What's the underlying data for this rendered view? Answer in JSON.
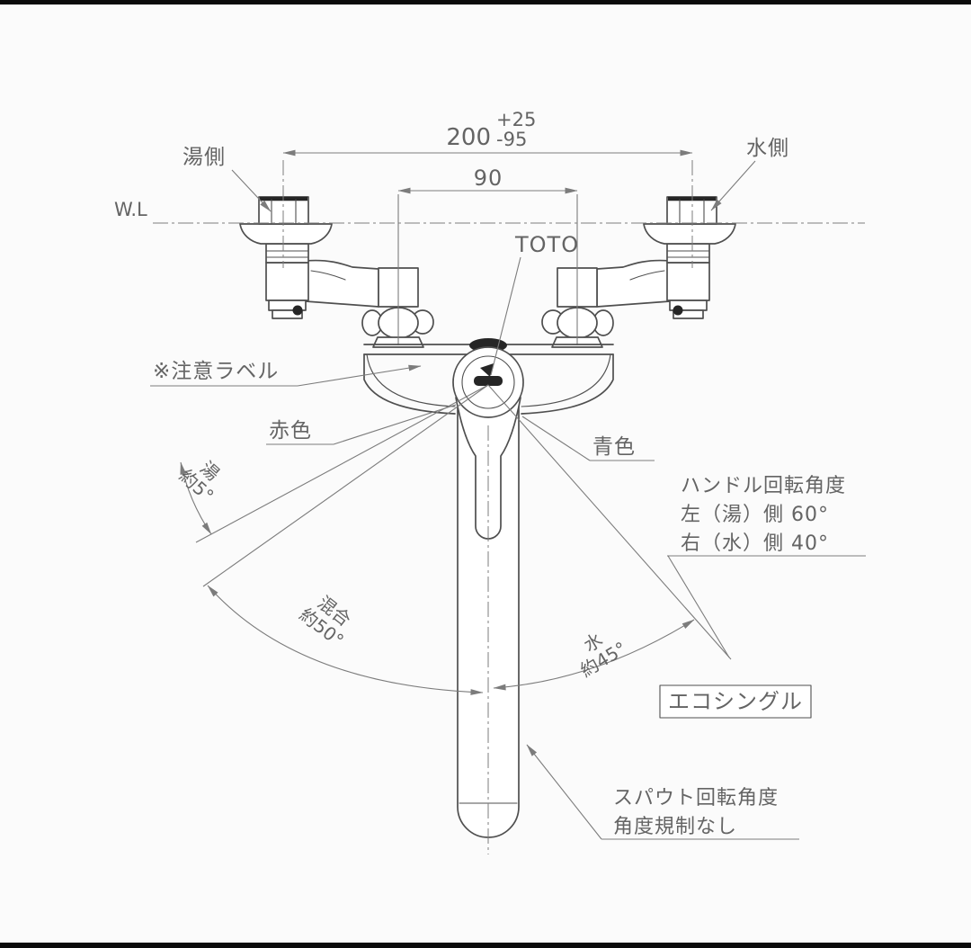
{
  "colors": {
    "line": "#4f4f4f",
    "ann": "#7c7c7c",
    "text": "#646464",
    "bg": "#fbfbfb",
    "bar": "#0b0b0b"
  },
  "labels": {
    "water_line": "W.L",
    "hot_side": "湯側",
    "cold_side": "水側",
    "brand": "TOTO",
    "caution": "※注意ラベル",
    "red": "赤色",
    "blue": "青色",
    "eco_single": "エコシングル"
  },
  "dimensions": {
    "span": "200",
    "span_tol_plus": "+25",
    "span_tol_minus": "-95",
    "pitch": "90"
  },
  "handle_note": {
    "title": "ハンドル回転角度",
    "left": "左（湯）側 60°",
    "right": "右（水）側 40°"
  },
  "angles": {
    "hot_label": "湯",
    "hot_value": "約5°",
    "mix_label": "混合",
    "mix_value": "約50°",
    "water_label": "水",
    "water_value": "約45°"
  },
  "spout_note": {
    "title": "スパウト回転角度",
    "body": "角度規制なし"
  }
}
